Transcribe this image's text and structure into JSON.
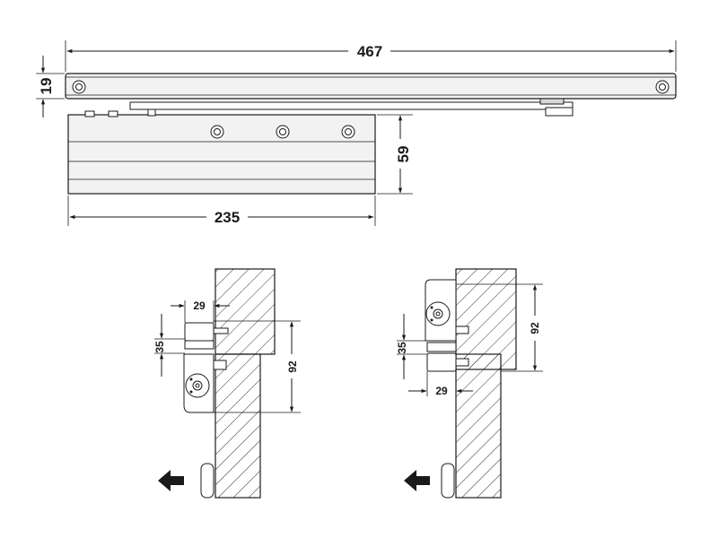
{
  "dimensions": {
    "overall_length": "467",
    "arm_height": "19",
    "body_height": "59",
    "body_length": "235",
    "left_offset": "29",
    "left_gap": "35",
    "left_depth": "92",
    "right_depth": "92",
    "right_gap": "35",
    "right_offset": "29"
  },
  "colors": {
    "line": "#1a1a1a",
    "body_fill": "#f2f2f2"
  },
  "icons": {
    "left_direction": "arrow-left-icon",
    "right_direction": "arrow-left-icon"
  }
}
